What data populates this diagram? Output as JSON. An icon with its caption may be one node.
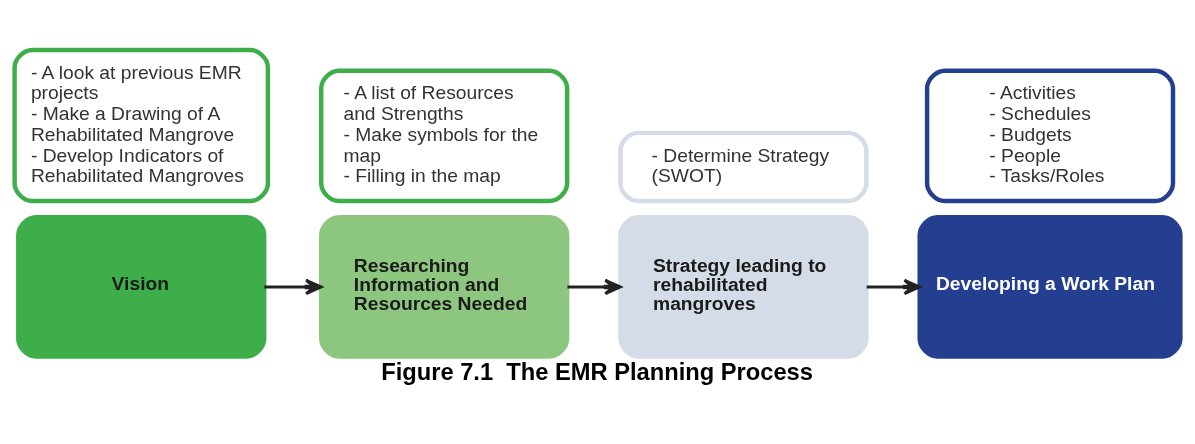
{
  "diagram": {
    "caption": "Figure 7.1  The EMR Planning Process",
    "nodes": [
      {
        "text": [
          "Vision"
        ]
      },
      {
        "text": [
          "- A look at previous EMR projects",
          "- Make a Drawing of A Rehabilitated Mangrove",
          "- Develop Indicators of Rehabilitated Mangroves"
        ]
      },
      {
        "text": [
          "Researching Information and Resources Needed"
        ]
      },
      {
        "text": [
          "- A list of Resources and Strengths",
          "- Make symbols for the map",
          "- Filling in the map"
        ]
      },
      {
        "text": [
          "Strategy leading to rehabilitated mangroves"
        ]
      },
      {
        "text": [
          "- Determine Strategy (SWOT)"
        ]
      },
      {
        "text": [
          "Developing a Work Plan"
        ]
      },
      {
        "text": [
          "- Activities",
          "- Schedules",
          "- Budgets",
          "- People",
          "- Tasks/Roles"
        ]
      }
    ],
    "edges": [
      {
        "from": 0,
        "to": 2,
        "arrow": "to"
      },
      {
        "from": 2,
        "to": 4,
        "arrow": "to"
      },
      {
        "from": 4,
        "to": 6,
        "arrow": "to"
      }
    ]
  }
}
